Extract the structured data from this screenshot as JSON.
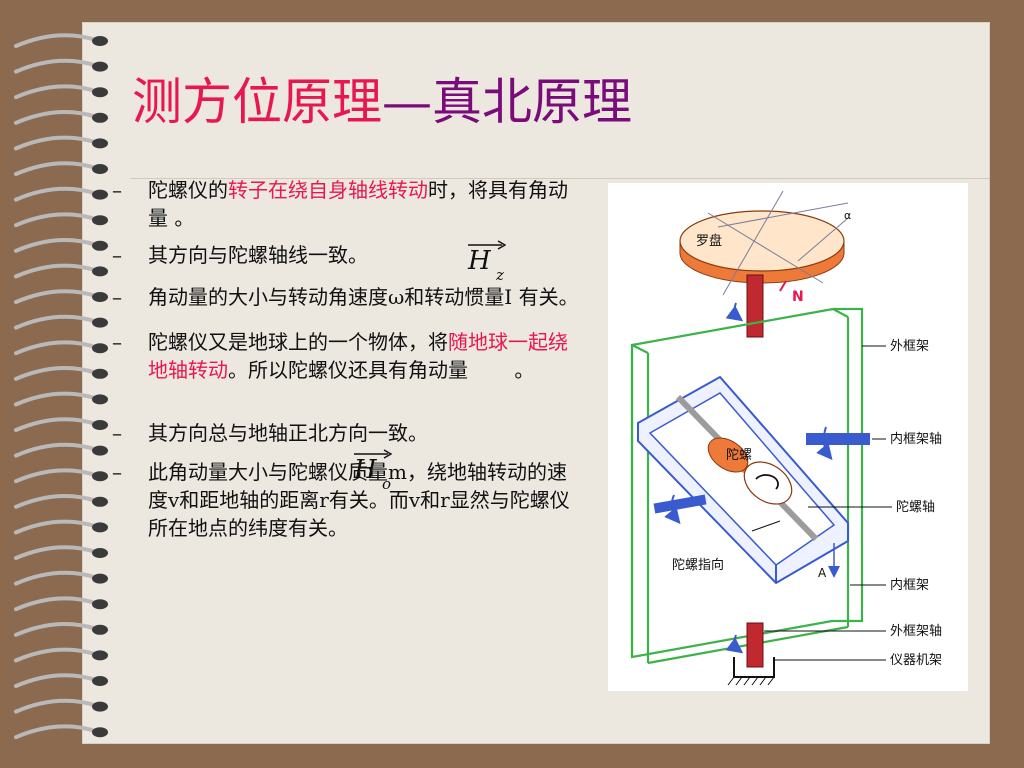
{
  "slide": {
    "title_part1": "测方位原理",
    "title_part2": "—真北原理"
  },
  "bullet_marker": "–",
  "bullets": [
    {
      "pre": "陀螺仪的",
      "highlight": "转子在绕自身轴线转动",
      "post": "时，将具有角动量 。"
    },
    {
      "pre": "其方向与陀螺轴线一致。",
      "highlight": "",
      "post": ""
    },
    {
      "pre": "角动量的大小与转动角速度ω和转动惯量I 有关。",
      "highlight": "",
      "post": ""
    },
    {
      "pre": "陀螺仪又是地球上的一个物体，将",
      "highlight": "随地球一起绕地轴转动",
      "post": "。所以陀螺仪还具有角动量 　　。"
    },
    {
      "pre": "其方向总与地轴正北方向一致。",
      "highlight": "",
      "post": ""
    },
    {
      "pre": "此角动量大小与陀螺仪质量m，绕地轴转动的速度v和距地轴的距离r有关。而v和r显然与陀螺仪所在地点的纬度有关。",
      "highlight": "",
      "post": ""
    }
  ],
  "math": {
    "hz": {
      "symbol": "H",
      "subscript": "z"
    },
    "ho": {
      "symbol": "H",
      "subscript": "o"
    }
  },
  "diagram": {
    "compass_label": "罗盘",
    "alpha_label": "α",
    "north_label": "N",
    "rotor_label": "陀螺",
    "a_label": "A",
    "labels": {
      "outer_frame": "外框架",
      "inner_frame_axis": "内框架轴",
      "gyro_axis": "陀螺轴",
      "gyro_pointing": "陀螺指向",
      "inner_frame": "内框架",
      "outer_frame_axis": "外框架轴",
      "instrument_frame": "仪器机架"
    }
  },
  "colors": {
    "highlight": "#e8174f",
    "title_second": "#7a0b7a",
    "frame_green": "#3cb34a",
    "frame_blue": "#3a5bd0",
    "rotor_orange": "#ee7a3a",
    "shaft_red": "#c0292f",
    "paper": "#ece7df",
    "desk": "#8b6a4f"
  }
}
